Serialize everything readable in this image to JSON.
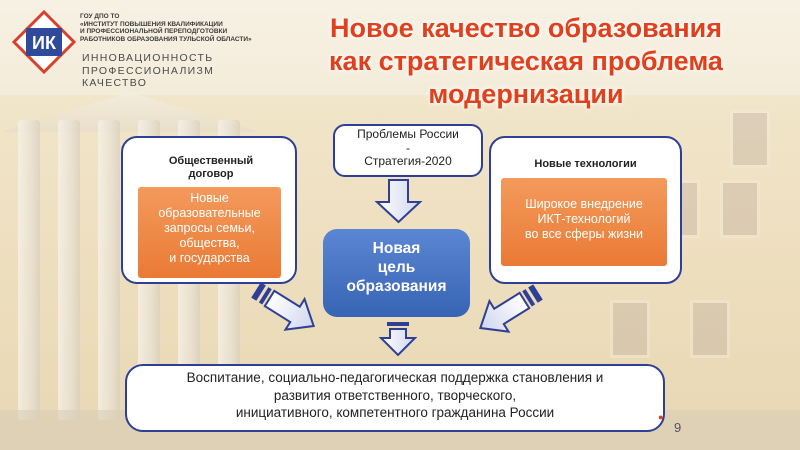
{
  "logo": {
    "letters": "ИК",
    "org_lines": [
      "ГОУ ДПО ТО",
      "«ИНСТИТУТ ПОВЫШЕНИЯ КВАЛИФИКАЦИИ",
      "И ПРОФЕССИОНАЛЬНОЙ ПЕРЕПОДГОТОВКИ",
      "РАБОТНИКОВ ОБРАЗОВАНИЯ ТУЛЬСКОЙ ОБЛАСТИ»"
    ],
    "tagline": [
      "ИННОВАЦИОННОСТЬ",
      "ПРОФЕССИОНАЛИЗМ",
      "КАЧЕСТВО"
    ]
  },
  "title": [
    "Новое качество образования",
    "как стратегическая проблема",
    "модернизации"
  ],
  "top_box": [
    "Проблемы России",
    "-",
    "Стратегия-2020"
  ],
  "left_panel": {
    "heading": "Общественный договор",
    "body": [
      "Новые",
      "образовательные",
      "запросы семьи,",
      "общества,",
      "и государства"
    ]
  },
  "right_panel": {
    "heading": "Новые технологии",
    "body": [
      "Широкое внедрение",
      "ИКТ-технологий",
      "во все сферы жизни"
    ]
  },
  "center_box": [
    "Новая",
    "цель",
    "образования"
  ],
  "bottom_box": [
    "Воспитание, социально-педагогическая поддержка становления и",
    "развития ответственного, творческого,",
    "инициативного, компетентного гражданина России"
  ],
  "page_number": "9",
  "colors": {
    "title": "#e1401c",
    "border": "#2f3f95",
    "orange": "#ea7a35",
    "center": "#3764b4"
  }
}
